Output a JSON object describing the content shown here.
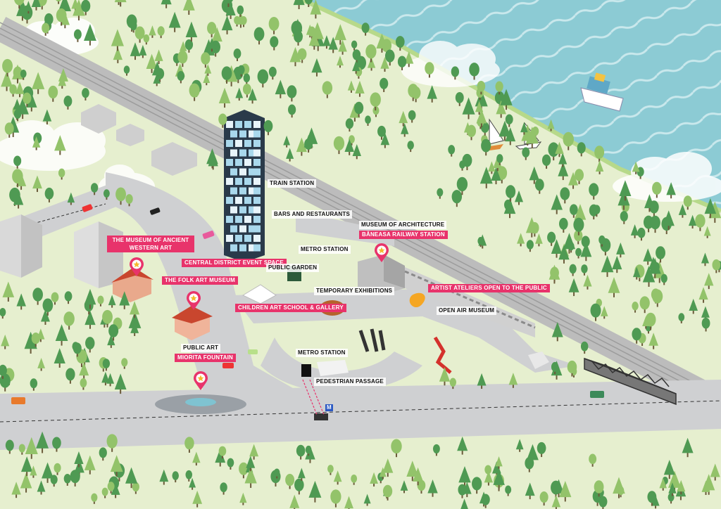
{
  "labels": {
    "train_station": "TRAIN STATION",
    "bars_restaurants": "BARS AND RESTAURANTS",
    "museum_architecture": "MUSEUM OF ARCHITECTURE",
    "baneasa_station": "BĂNEASA RAILWAY STATION",
    "ancient_western_art_l1": "THE MUSEUM OF ANCIENT",
    "ancient_western_art_l2": "WESTERN ART",
    "central_event_space": "CENTRAL DISTRICT EVENT SPACE",
    "metro_station_top": "METRO STATION",
    "public_garden": "PUBLIC GARDEN",
    "folk_art_museum": "THE FOLK ART MUSEUM",
    "temporary_exhibitions": "TEMPORARY EXHIBITIONS",
    "artist_ateliers": "ARTIST ATELIERS OPEN TO THE PUBLIC",
    "children_art_school": "CHILDREN ART SCHOOL & GALLERY",
    "open_air_museum": "OPEN AIR MUSEUM",
    "public_art": "PUBLIC ART",
    "miorita_fountain": "MIORITA FOUNTAIN",
    "metro_station_bottom": "METRO STATION",
    "pedestrian_passage": "PEDESTRIAN PASSAGE",
    "metro_sign": "M"
  },
  "colors": {
    "ground": "#e6efcf",
    "water": "#8ccbd4",
    "road": "#cfd0d2",
    "highlight": "#e8336b",
    "tree_dark": "#4f9a53",
    "tree_light": "#93c36a",
    "tower_glass": "#a9d8ec",
    "tower_frame": "#2a3a4a"
  },
  "icons": {
    "map_pin": "star-map-pin-icon",
    "metro": "metro-m-icon"
  }
}
